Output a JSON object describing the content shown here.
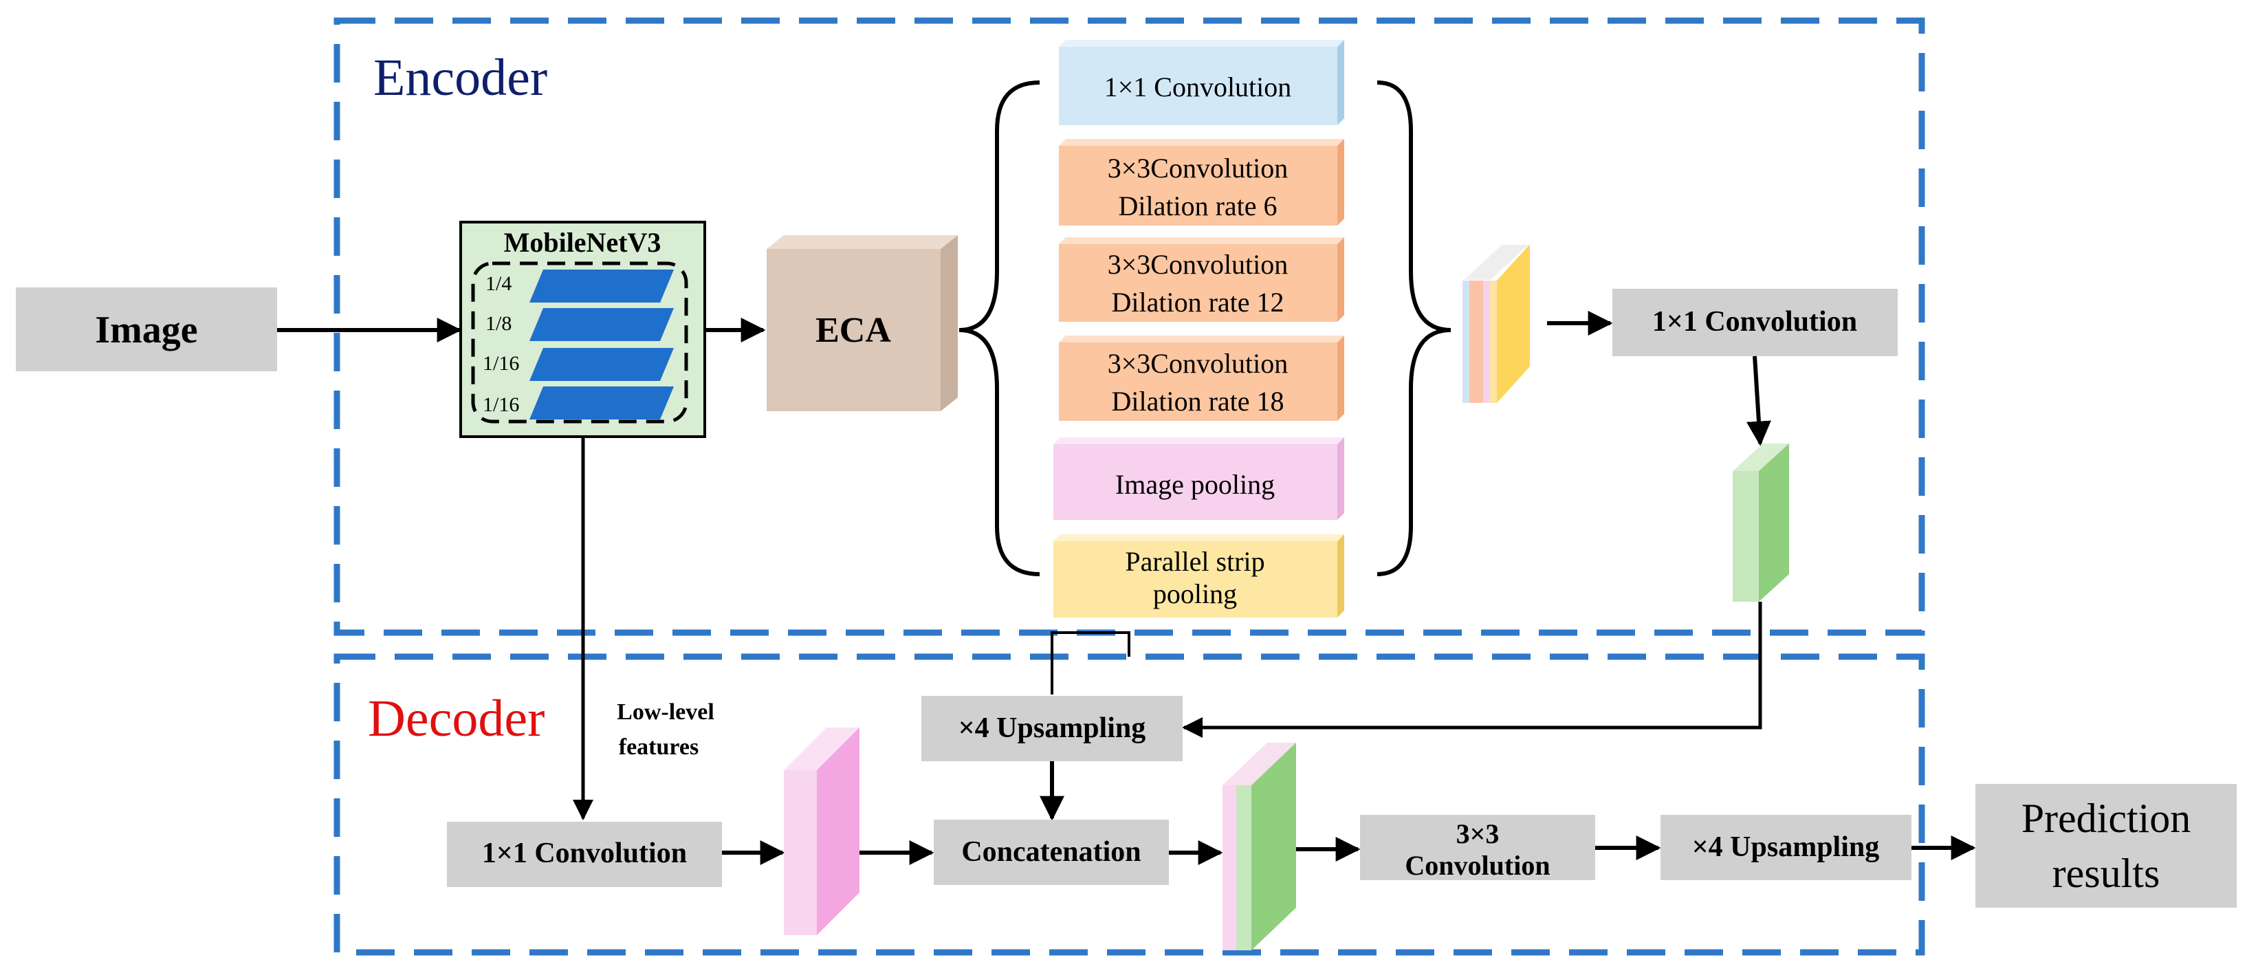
{
  "encoder": {
    "title": "Encoder",
    "title_color": "#0f1f6b"
  },
  "decoder": {
    "title": "Decoder",
    "title_color": "#e01010"
  },
  "frame_color": "#2f78c8",
  "input": {
    "label": "Image"
  },
  "backbone": {
    "title": "MobileNetV3",
    "scales": [
      "1/4",
      "1/8",
      "1/16",
      "1/16"
    ],
    "fill": "#d9ecd4",
    "feature_color": "#1f6fcc"
  },
  "attention": {
    "label": "ECA",
    "fill": "#dcc8b8"
  },
  "aspp": {
    "branch1": {
      "line1": "1×1 Convolution",
      "fill": "#d3e8f7"
    },
    "branch2": {
      "line1": "3×3Convolution",
      "line2": "Dilation rate 6",
      "fill": "#fcc6a0"
    },
    "branch3": {
      "line1": "3×3Convolution",
      "line2": "Dilation rate 12",
      "fill": "#fcc6a0"
    },
    "branch4": {
      "line1": "3×3Convolution",
      "line2": "Dilation rate 18",
      "fill": "#fcc6a0"
    },
    "branch5": {
      "line1": "Image pooling",
      "fill": "#f7d1ee"
    },
    "branch6": {
      "line1": "Parallel strip",
      "line2": "pooling",
      "fill": "#fde7a2"
    }
  },
  "encoder_conv": {
    "label": "1×1 Convolution"
  },
  "low_level": {
    "line1": "Low-level",
    "line2": "features"
  },
  "decoder_conv": {
    "label": "1×1 Convolution"
  },
  "upsample1": {
    "label": "×4 Upsampling"
  },
  "concat": {
    "label": "Concatenation"
  },
  "conv3": {
    "line1": "3×3",
    "line2": "Convolution"
  },
  "upsample2": {
    "label": "×4 Upsampling"
  },
  "output": {
    "line1": "Prediction",
    "line2": "results"
  },
  "colors": {
    "gray_box": "#d0d0d0",
    "green_map": "#8fcf7d",
    "pink_map": "#f4a6e0",
    "yellow_map": "#fdd55a"
  }
}
